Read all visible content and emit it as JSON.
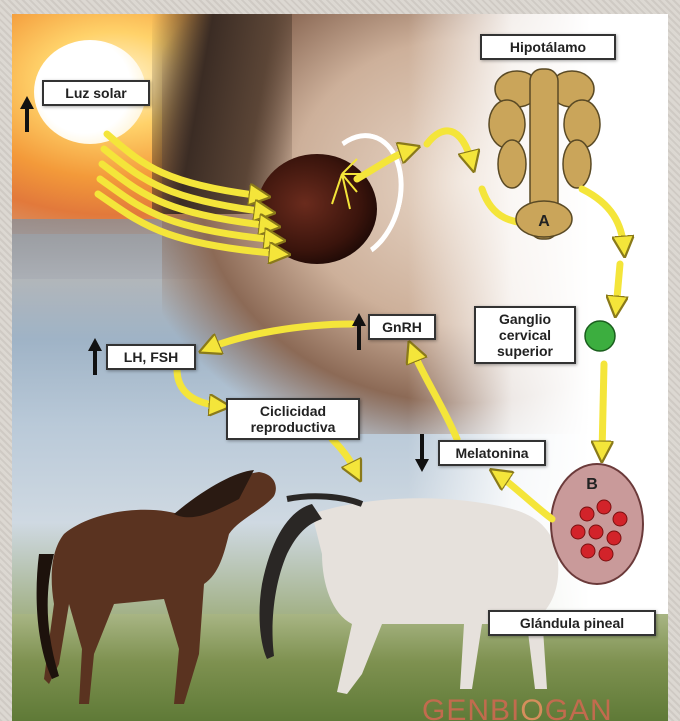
{
  "labels": {
    "luz_solar": "Luz solar",
    "hipotalamo": "Hipotálamo",
    "ganglio": "Ganglio cervical superior",
    "gnrh": "GnRH",
    "lh_fsh": "LH, FSH",
    "ciclicidad": "Ciclicidad reproductiva",
    "melatonina": "Melatonina",
    "glandula_pineal": "Glándula pineal"
  },
  "markers": {
    "a": "A",
    "b": "B"
  },
  "logo": {
    "part1": "GENBI",
    "part2": "O",
    "part3": "GAN"
  },
  "colors": {
    "arrow": "#f4e53a",
    "arrow_outline": "#8a7a1a",
    "ganglion": "#3cae3f",
    "pineal": "#c99a9a",
    "pineal_dots": "#d2232a",
    "hypothalamus": "#caa55a"
  }
}
